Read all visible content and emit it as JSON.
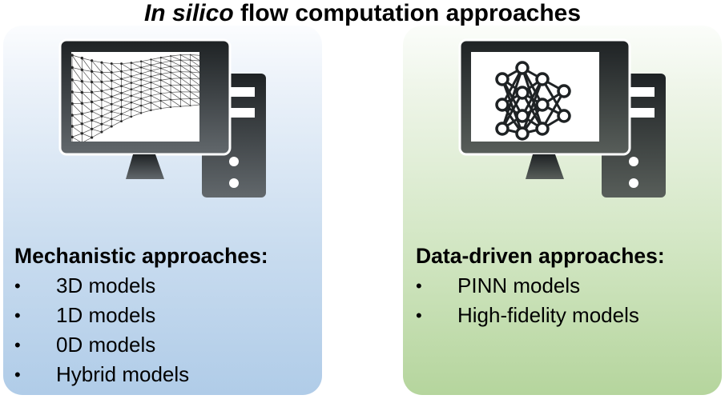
{
  "title": {
    "italic": "In silico",
    "rest": "flow computation approaches"
  },
  "panels": [
    {
      "heading": "Mechanistic approaches:",
      "icon": "computer-mesh-icon",
      "items": [
        "3D models",
        "1D models",
        "0D models",
        "Hybrid models"
      ]
    },
    {
      "heading": "Data-driven approaches:",
      "icon": "computer-neural-network-icon",
      "items": [
        "PINN models",
        "High-fidelity models"
      ]
    }
  ],
  "bullet": "•",
  "colors": {
    "mechanistic_panel": "#c9dcef",
    "data_driven_panel": "#d2e6c3",
    "icon_dark": "#1e2224",
    "icon_light": "#5e6468"
  }
}
